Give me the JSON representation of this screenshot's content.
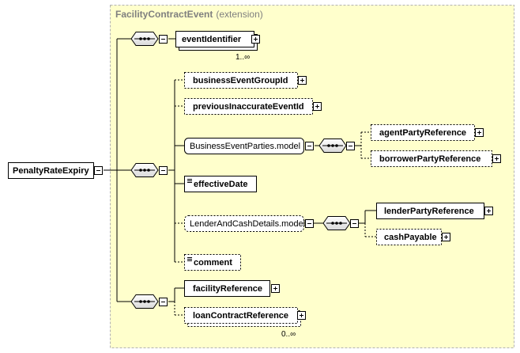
{
  "extension": {
    "title": "FacilityContractEvent",
    "suffix": "(extension)"
  },
  "root": {
    "label": "PenaltyRateExpiry"
  },
  "elements": {
    "eventIdentifier": {
      "label": "eventIdentifier",
      "occurrence": "1..∞"
    },
    "businessEventGroupId": {
      "label": "businessEventGroupId"
    },
    "previousInaccurateEventId": {
      "label": "previousInaccurateEventId"
    },
    "businessEventPartiesModel": {
      "label": "BusinessEventParties.model"
    },
    "agentPartyReference": {
      "label": "agentPartyReference"
    },
    "borrowerPartyReference": {
      "label": "borrowerPartyReference"
    },
    "effectiveDate": {
      "label": "effectiveDate"
    },
    "lenderAndCashDetailsModel": {
      "label": "LenderAndCashDetails.model"
    },
    "lenderPartyReference": {
      "label": "lenderPartyReference"
    },
    "cashPayable": {
      "label": "cashPayable"
    },
    "comment": {
      "label": "comment"
    },
    "facilityReference": {
      "label": "facilityReference"
    },
    "loanContractReference": {
      "label": "loanContractReference",
      "occurrence": "0..∞"
    }
  },
  "colors": {
    "extension_fill": "#ffffcc",
    "extension_border": "#b2b2b2",
    "box_fill": "#ffffff"
  }
}
